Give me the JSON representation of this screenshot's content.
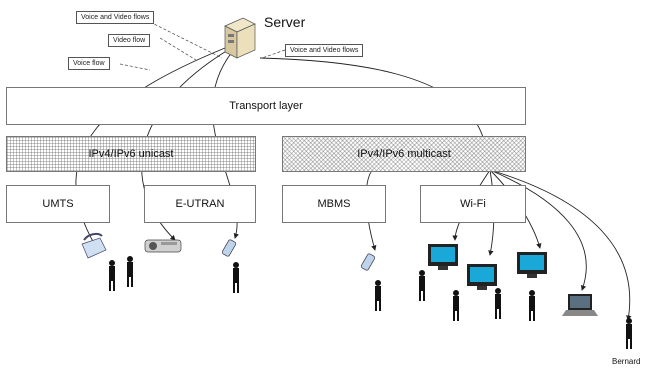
{
  "diagram": {
    "server_label": "Server",
    "callouts": {
      "voice_video_left": "Voice and Video flows",
      "video": "Video flow",
      "voice": "Voice flow",
      "voice_video_right": "Voice and Video flows"
    },
    "transport_layer": "Transport layer",
    "unicast": "IPv4/IPv6 unicast",
    "multicast": "IPv4/IPv6 multicast",
    "access": {
      "umts": "UMTS",
      "eutran": "E-UTRAN",
      "mbms": "MBMS",
      "wifi": "Wi-Fi"
    },
    "end_label": "Bernard"
  }
}
